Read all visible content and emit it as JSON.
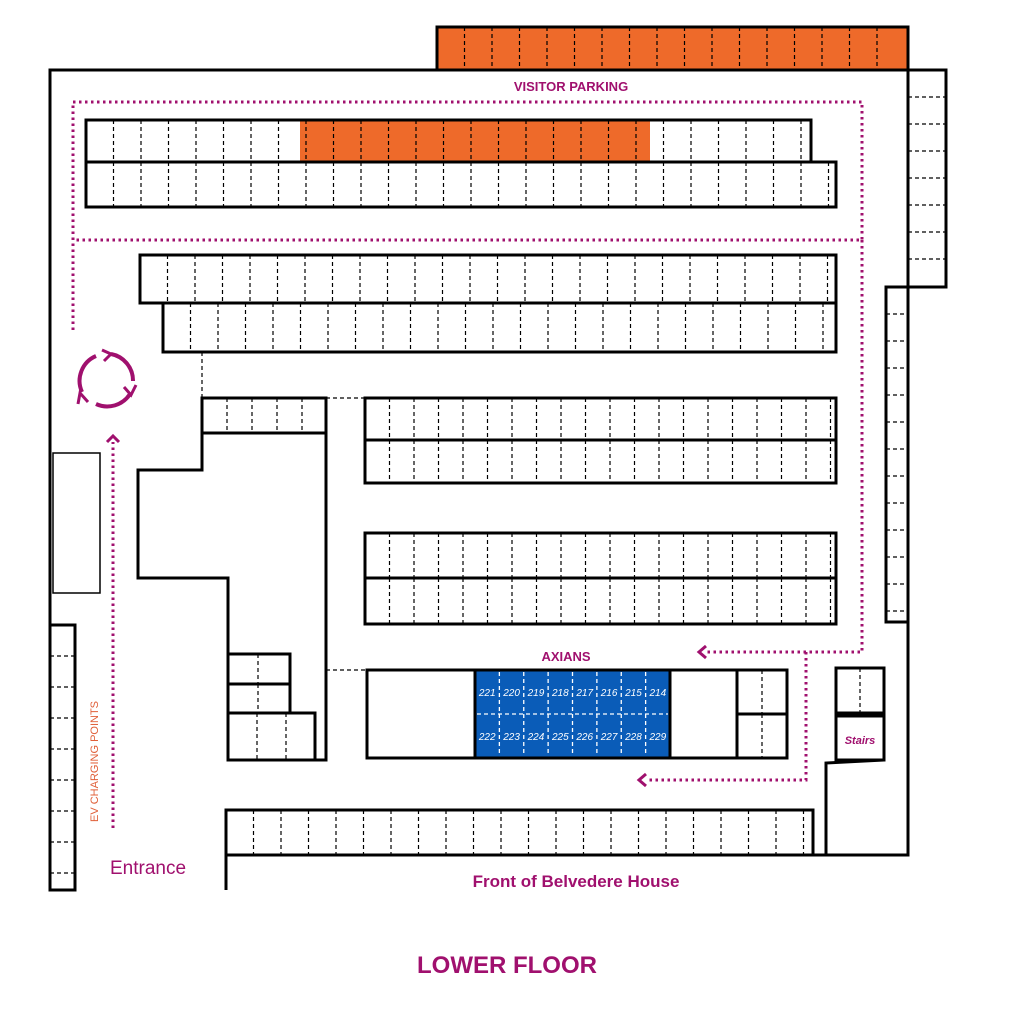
{
  "title": "LOWER FLOOR",
  "labels": {
    "visitor_parking": "VISITOR PARKING",
    "axians": "AXIANS",
    "stairs": "Stairs",
    "entrance": "Entrance",
    "ev_charging": "EV CHARGING POINTS",
    "front": "Front of Belvedere House"
  },
  "axians_bays": {
    "top": [
      "221",
      "220",
      "219",
      "218",
      "217",
      "216",
      "215",
      "214"
    ],
    "bottom": [
      "222",
      "223",
      "224",
      "225",
      "226",
      "227",
      "228",
      "229"
    ]
  },
  "colors": {
    "accent": "#a0106e",
    "visitor": "#ee6a2a",
    "axians": "#0a5cb8",
    "ev_text": "#e0603a"
  }
}
